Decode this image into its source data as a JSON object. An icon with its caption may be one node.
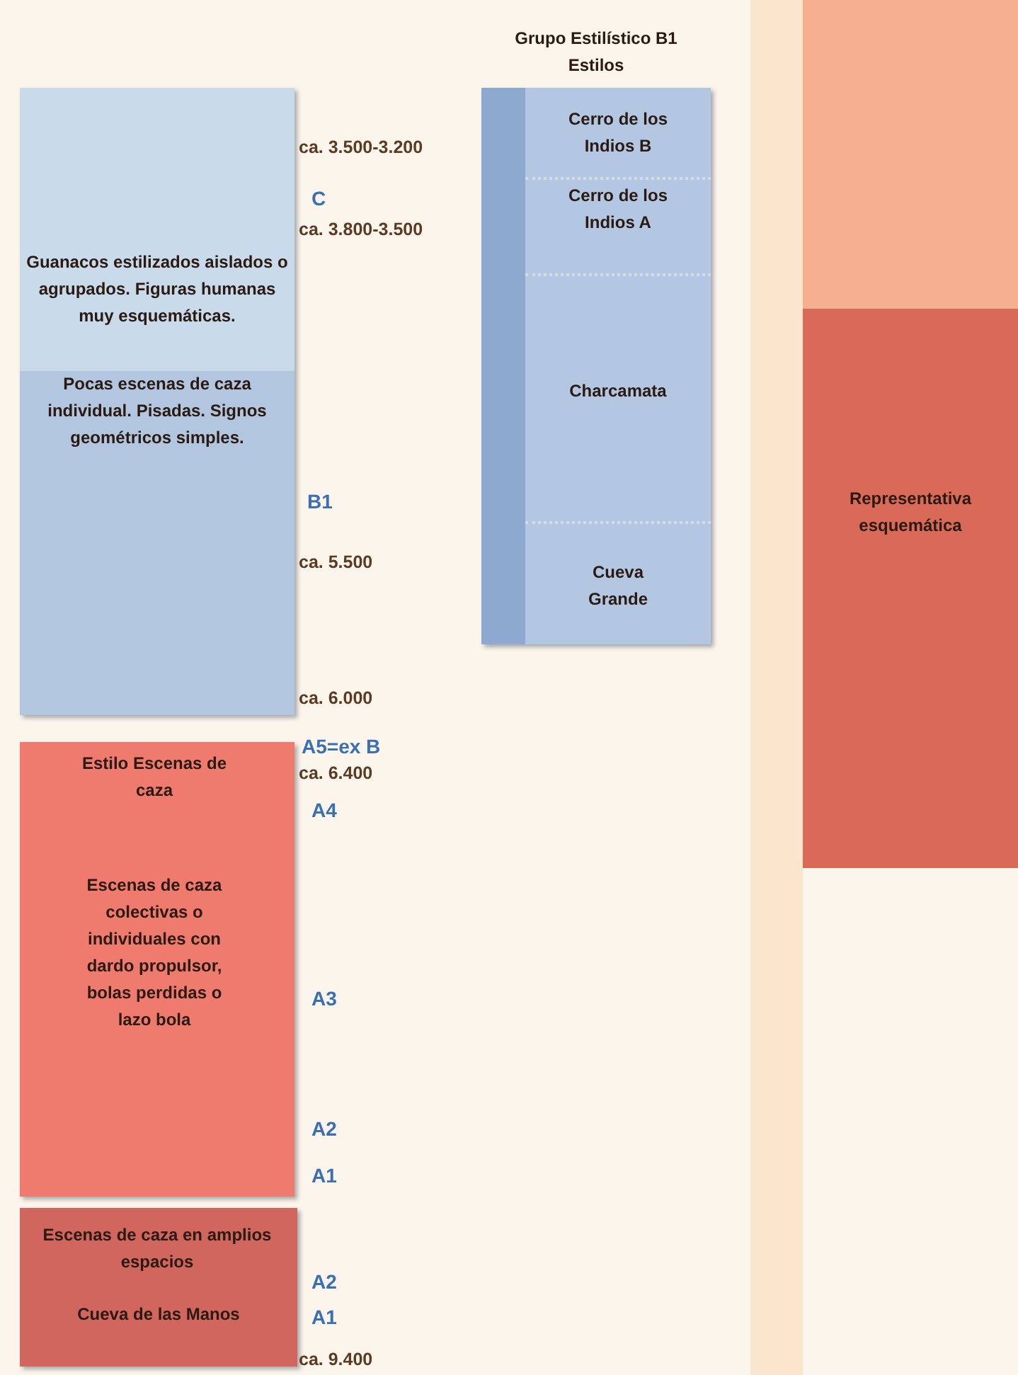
{
  "diagram": {
    "nodes": [
      {
        "text": [
          "Guanacos estilizados aislados o agrupados. Figuras humanas muy esquemáticas.",
          "Pocas escenas de caza individual. Pisadas. Signos geométricos simples."
        ]
      },
      {
        "text": [
          "Grupo Estilístico B1",
          "Estilos"
        ]
      },
      {
        "text": [
          "Cerro de los Indios B"
        ],
        "in": 1
      },
      {
        "text": [
          "Cerro de los Indios A"
        ],
        "in": 1
      },
      {
        "text": [
          "Charcamata"
        ],
        "in": 1
      },
      {
        "text": [
          "Cueva Grande"
        ],
        "in": 1
      },
      {
        "text": [],
        "shape": "bar"
      },
      {
        "text": [
          "Representativa esquemática"
        ]
      },
      {
        "text": [
          "Estilo Escenas de caza",
          "Escenas de caza colectivas o individuales con dardo propulsor, bolas perdidas o lazo bola"
        ]
      },
      {
        "text": [
          "Escenas de caza en amplios espacios",
          "Cueva de las Manos"
        ]
      }
    ],
    "edges": [],
    "labels": [
      "ca. 3.500-3.200",
      "C",
      "ca. 3.800-3.500",
      "B1",
      "ca. 5.500",
      "ca. 6.000",
      "A5=ex B",
      "ca. 6.400",
      "A4",
      "A3",
      "A2",
      "A1",
      "A2",
      "A1",
      "ca. 9.400"
    ]
  }
}
